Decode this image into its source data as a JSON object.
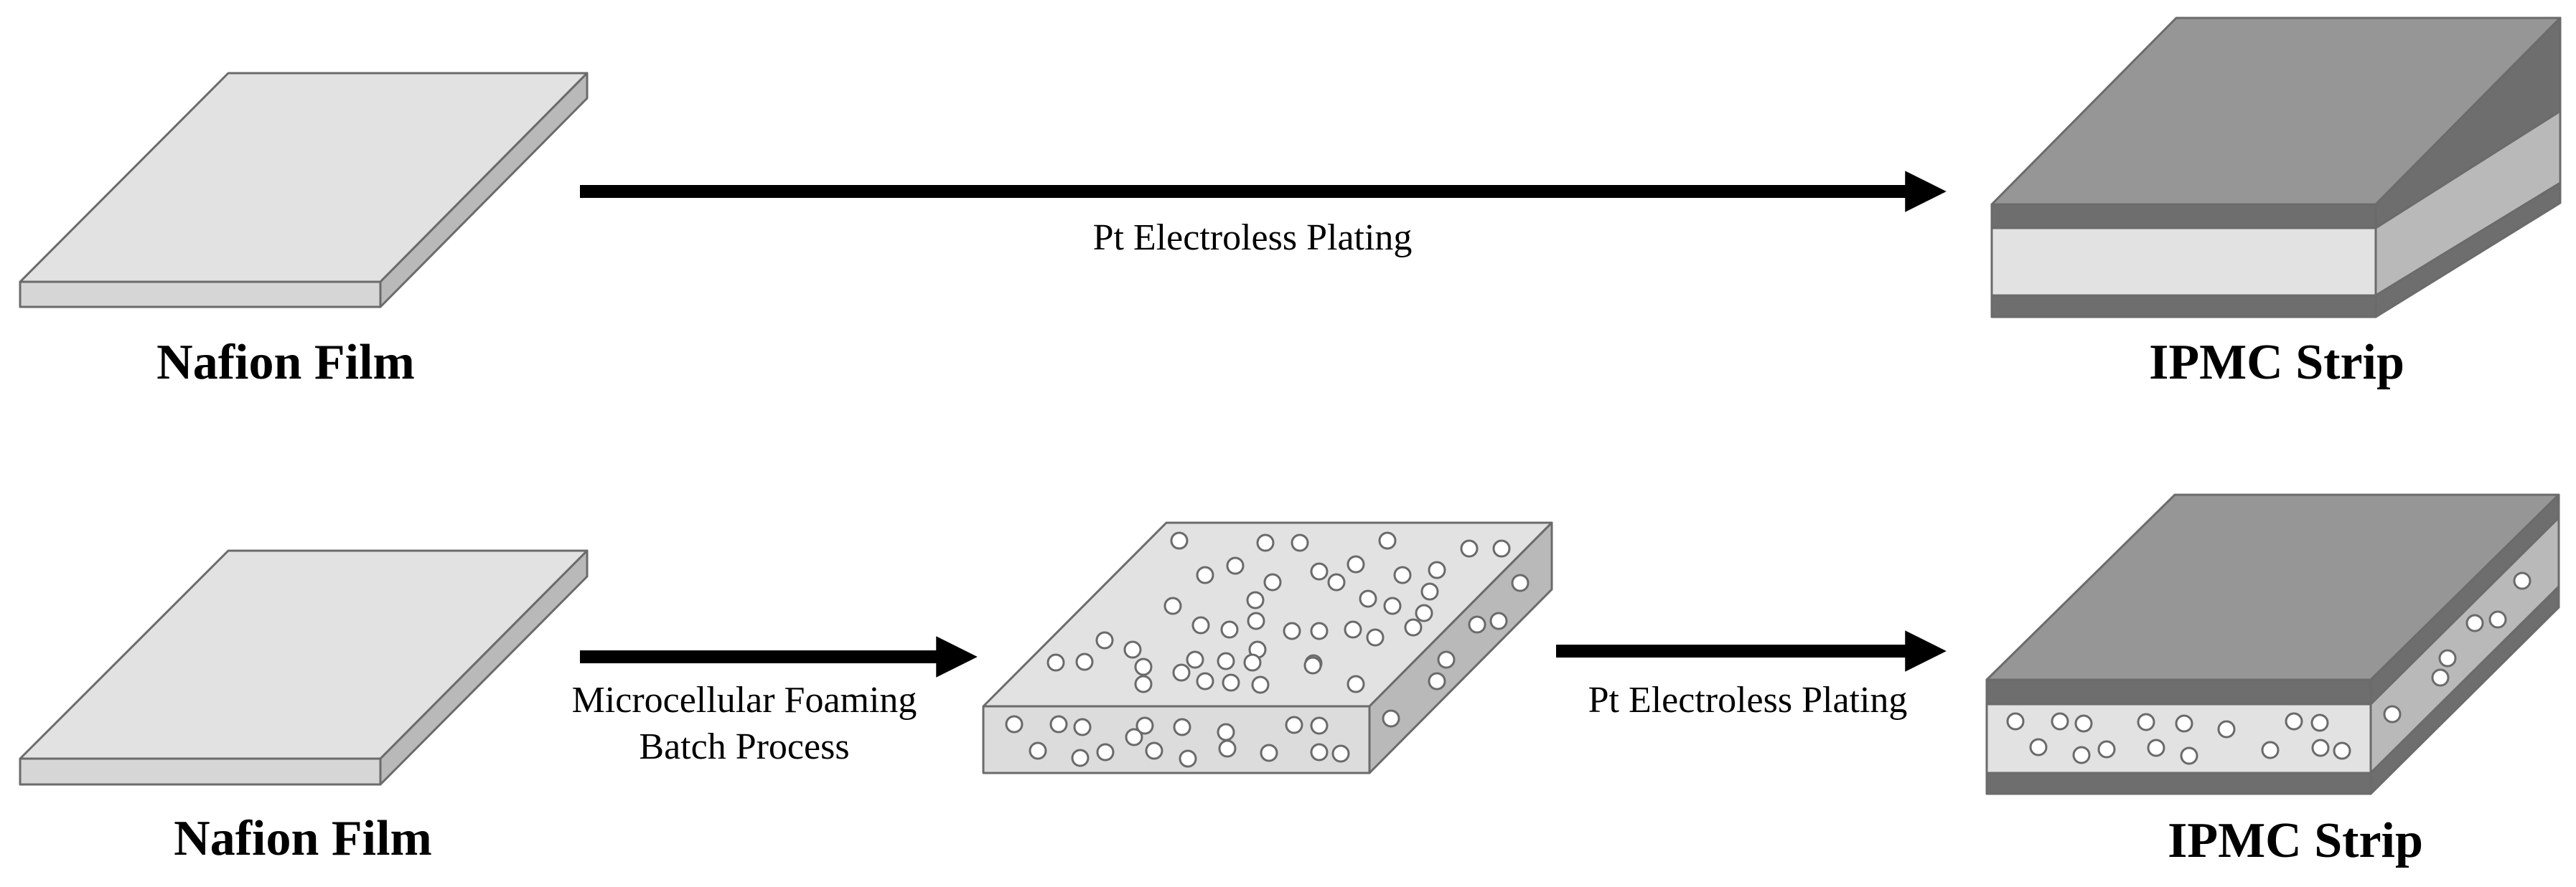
{
  "top_row": {
    "source_label": "Nafion Film",
    "process_label": "Pt Electroless Plating",
    "result_label": "IPMC Strip"
  },
  "bottom_row": {
    "source_label": "Nafion Film",
    "foaming_label_line1": "Microcellular Foaming",
    "foaming_label_line2": "Batch Process",
    "plating_label": "Pt Electroless Plating",
    "result_label": "IPMC Strip"
  },
  "colors": {
    "film_top": "#e2e2e2",
    "film_front": "#d6d6d6",
    "film_side": "#b9b9b9",
    "electrode_top": "#969696",
    "electrode_band": "#6e6e6e",
    "arrow": "#000000"
  }
}
